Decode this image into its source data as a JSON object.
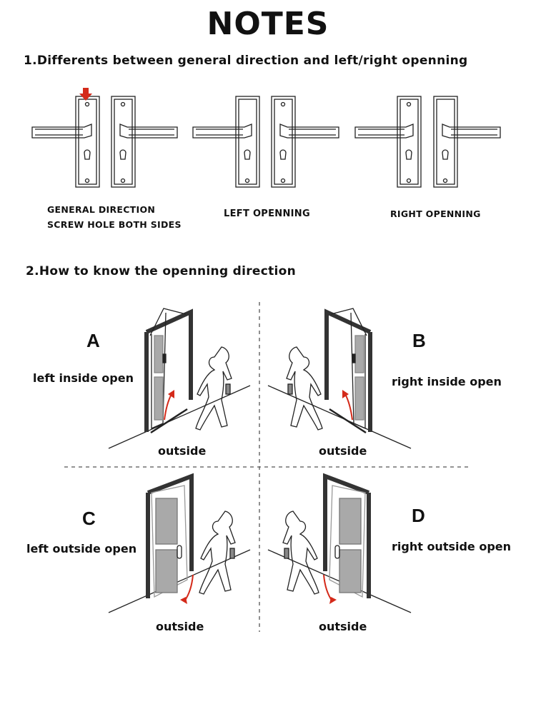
{
  "title": "NOTES",
  "section1": {
    "heading": "1.Differents between general direction and left/right openning",
    "captions": {
      "general_line1": "GENERAL DIRECTION",
      "general_line2": "SCREW HOLE BOTH SIDES",
      "left": "LEFT OPENNING",
      "right": "RIGHT OPENNING"
    }
  },
  "section2": {
    "heading": "2.How to know the openning direction",
    "panels": {
      "a": {
        "letter": "A",
        "label": "left inside open",
        "outside": "outside"
      },
      "b": {
        "letter": "B",
        "label": "right inside open",
        "outside": "outside"
      },
      "c": {
        "letter": "C",
        "label": "left outside open",
        "outside": "outside"
      },
      "d": {
        "letter": "D",
        "label": "right outside open",
        "outside": "outside"
      }
    }
  },
  "colors": {
    "accent": "#d42a1a",
    "line": "#222222",
    "panel_fill": "#a9a9a9"
  }
}
